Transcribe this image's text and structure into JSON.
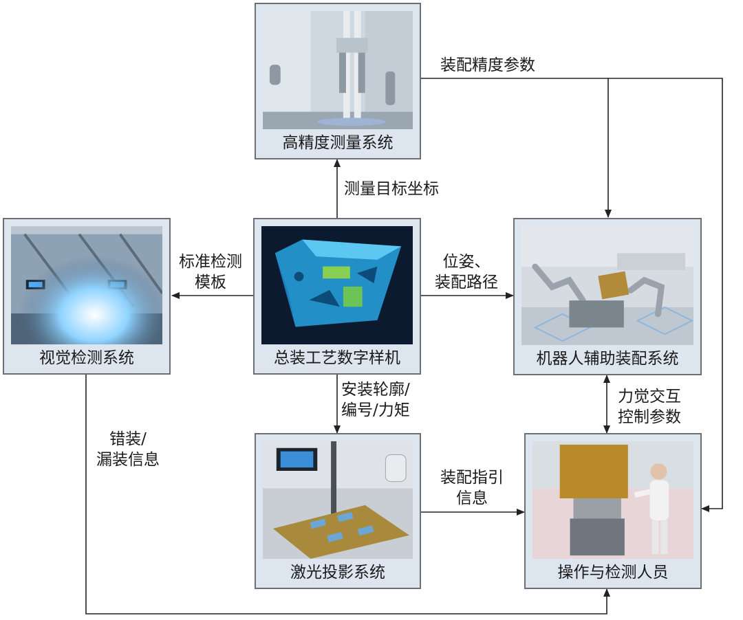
{
  "nodes": {
    "measurement": {
      "label": "高精度测量系统",
      "image": "robotic-measurement-gantry"
    },
    "vision": {
      "label": "视觉检测系统",
      "image": "vision-camera-gantry"
    },
    "digital_prototype": {
      "label": "总装工艺数字样机",
      "image": "3d-digital-assembly-model"
    },
    "robot": {
      "label": "机器人辅助装配系统",
      "image": "robot-arms-assembly-cell"
    },
    "laser": {
      "label": "激光投影系统",
      "image": "laser-projection-station"
    },
    "operator": {
      "label": "操作与检测人员",
      "image": "technician-at-fixture"
    }
  },
  "edges": {
    "precision_params": {
      "label": "装配精度参数"
    },
    "target_coords": {
      "label": "测量目标坐标"
    },
    "std_template": {
      "lines": [
        "标准检测",
        "模板"
      ]
    },
    "pose_path": {
      "lines": [
        "位姿、",
        "装配路径"
      ]
    },
    "contour": {
      "lines": [
        "安装轮廓/",
        "编号/力矩"
      ]
    },
    "force_control": {
      "lines": [
        "力觉交互",
        "控制参数"
      ]
    },
    "misassembly": {
      "lines": [
        "错装/",
        "漏装信息"
      ]
    },
    "guidance": {
      "lines": [
        "装配指引",
        "信息"
      ]
    }
  },
  "colors": {
    "node_bg": "#dde5ef",
    "node_border": "#6b6f75",
    "line": "#222222"
  }
}
